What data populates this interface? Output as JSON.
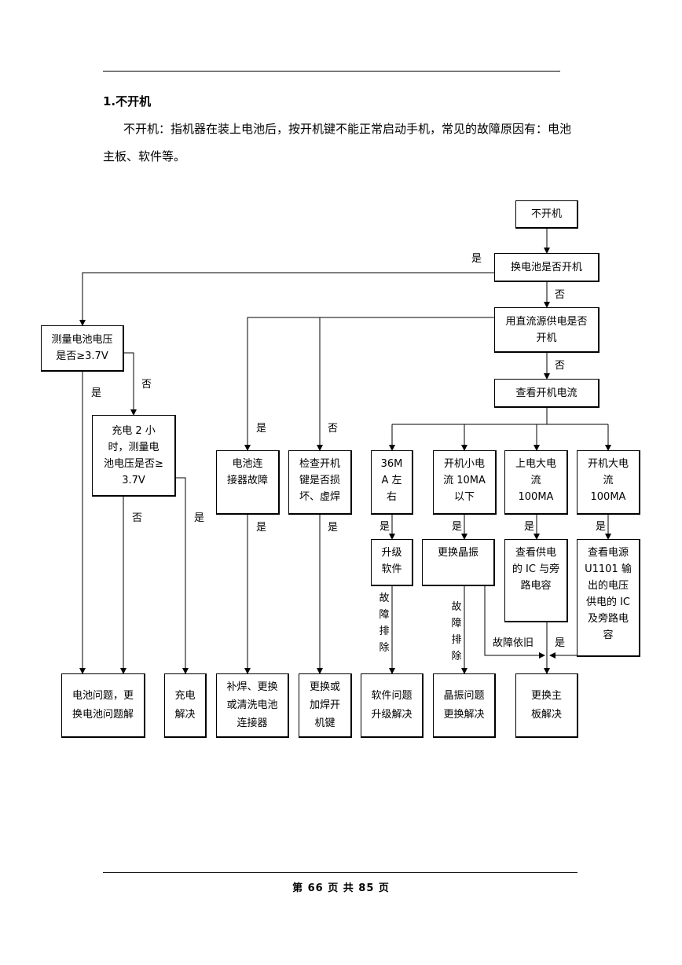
{
  "section": {
    "title": "1.不开机"
  },
  "intro": {
    "line1": "不开机：指机器在装上电池后，按开机键不能正常启动手机，常见的故障原因有：电池",
    "line2": "主板、软件等。"
  },
  "flow": {
    "nodes": {
      "start": "不开机",
      "swap_battery": "换电池是否开机",
      "dc_supply": "用直流源供电是否\n开机",
      "check_current": "查看开机电流",
      "measure_voltage": "测量电池电压\n是否≥3.7V",
      "charge_2h": "充电 2 小\n时，测量电\n池电压是否≥\n3.7V",
      "battery_connector": "电池连\n接器故障",
      "check_power_key": "检查开机\n键是否损\n坏、虚焊",
      "current_36ma": "36M\nA 左\n右",
      "current_small": "开机小电\n流 10MA\n以下",
      "current_power_on": "上电大电\n流\n100MA\n…",
      "current_boot_large": "开机大电\n流\n100MA\n…",
      "upgrade_software": "升级\n软件",
      "replace_crystal": "更换晶振",
      "check_supply_ic": "查看供电\n的 IC 与旁\n路电容",
      "check_u1101": "查看电源\nU1101 输\n出的电压\n供电的 IC\n及旁路电\n容",
      "res_battery": "电池问题，更\n换电池问题解",
      "res_charge": "充电\n解决",
      "res_connector": "补焊、更换\n或清洗电池\n连接器",
      "res_key": "更换或\n加焊开\n机键",
      "res_software": "软件问题\n升级解决",
      "res_crystal": "晶振问题\n更换解决",
      "res_mainboard": "更换主\n板解决"
    },
    "labels": {
      "yes": "是",
      "no": "否",
      "fault_removed": "故\n障\n排\n除",
      "fault_persists": "故障依旧"
    }
  },
  "footer": {
    "page": "第 66 页 共 85 页"
  }
}
